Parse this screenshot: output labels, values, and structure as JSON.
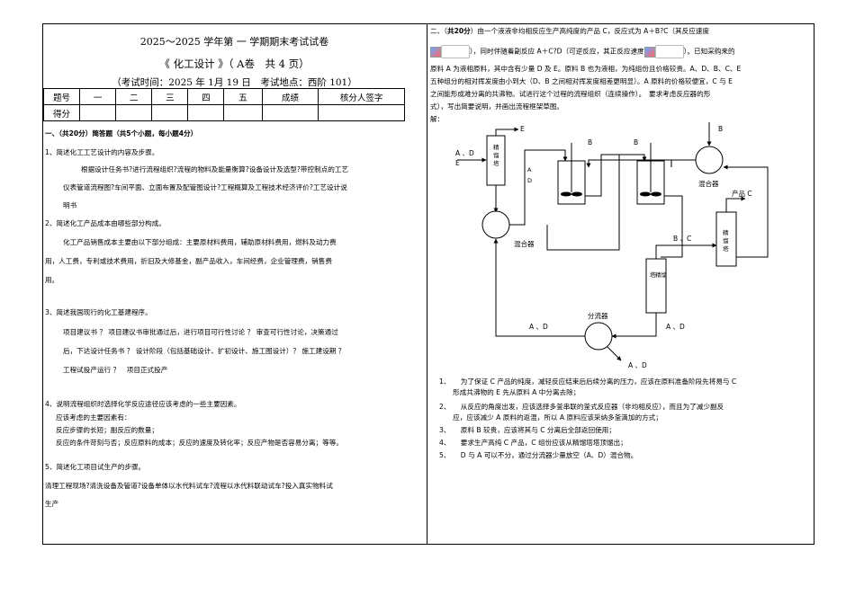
{
  "header": {
    "title": "2025～2025 学年第 一 学期期末考试试卷",
    "course": "《 化工设计 》（ A卷　共 4 页）",
    "info": "（考试时间：2025 年 1月 19 日　考试地点：西阶 101）"
  },
  "score_table": {
    "row1": [
      "题号",
      "一",
      "二",
      "三",
      "四",
      "五",
      "成绩",
      "核分人签字"
    ],
    "row2_label": "得分"
  },
  "section1": {
    "heading": "一、（共20分）简答题（共5个小题，每小题4分）",
    "q1": "1、简述化工工艺设计的内容及步骤。",
    "a1_l1": "根据设计任务书?进行流程组织?流程的物料及能量衡算?设备设计及选型?带控制点的工艺",
    "a1_l2": "仪表管道流程图?车间平面、立面布置及配管图设计?工程概算及工程技术经济评价?工艺设计说",
    "a1_l3": "明书",
    "q2": "2、简述化工产品成本由哪些部分构成。",
    "a2_l1": "化工产品销售成本主要由以下部分组成：主要原材料费用，辅助原材料费用，燃料及动力费",
    "a2_l2": "用，人工费，专利或技术费用，折旧及大修基金，副产品收入，车间经费，企业管理费，销售费",
    "a2_l3": "用。",
    "q3": "3、简述我国现行的化工基建程序。",
    "a3_l1": "项目建议书 ？ 项目建议书审批通过后，进行项目可行性讨论 ？ 审查可行性讨论，决策通过",
    "a3_l2": "后，下达设计任务书 ？ 设计阶段（包括基础设计、扩初设计、施工图设计）？ 施工建设期 ？",
    "a3_l3": "工程试投产运行 ？　项目正式投产",
    "q4": "4、说明流程组织时选择化学反应途径应该考虑的一些主要因素。",
    "a4_l1": "应该考虑的主要因素有：",
    "a4_l2": "反应步骤的长短；副反应的数量；",
    "a4_l3": "反应的条件苛刻与否；反应原料的成本；反应的速度及转化率；反应产物是否容易分离；等等。",
    "q5": "5、简述化工项目试生产的步骤。",
    "a5_l1": "清理工程现场?清洗设备及管道?设备单体以水代料试车?流程以水代料联动试车?投入真实物料试",
    "a5_l2": "生产"
  },
  "section2": {
    "l1a": "二、（",
    "l1b": "共20分",
    "l1c": "）由一个液液非均相反应生产高纯度的产品 C，反应式为 A＋B?C（其反应速度",
    "l2a": "），同时伴随着副反应 A＋C?D（可逆反应，其正反应速度",
    "l2b": "）。已知采购来的",
    "l3": "原料 A 为液相原料，其中含有少量 D 及 E。原料 B 也为液相，为纯组份且价格较贵。A、D、B、C、E",
    "l4": "五种组分的相对挥发度由小到大（D、B 之间相对挥发度相差更明显）。A 原料的价格较便宜，C 与 E",
    "l5": "之间能形成难分离的共沸物。试进行这个过程的流程组织（连续操作）。　要求考虑反应器的形",
    "l6": "式），写出简要说明，并画出流程框架草图。",
    "jie": "解：",
    "n1_l1": "1、　　为了保证 C 产品的纯度，减轻反应结束后后续分离的压力，应该在原料准备阶段先将易与 C",
    "n1_l2": "　　形成共沸物的 E 先从原料 A 中分离去除；",
    "n2_l1": "2、　　从反应的角度出发，应该选择多釜串联的釜式反应器（非均相反应），而且为了减少副反",
    "n2_l2": "　　应，应该减少 A 原料的返混，所以 A 原料应该采纳多釜滴加的方式；",
    "n3": "3、　　原料 B 较贵，应该将其与 C 分离后全部返回使用；",
    "n4": "4、　　要求生产高纯 C 产品，C 组份应该从精馏塔塔顶馏出；",
    "n5": "5、　　D 与 A 可以不分，通过分流器少量放空（A、D）混合物。"
  },
  "diagram": {
    "lbl_E": "E",
    "lbl_AD_in1": "A 、D",
    "lbl_E_in": "E",
    "tower1": "精馏塔",
    "lbl_A_side": "A",
    "lbl_D_side": "D",
    "mixer1": "混合器",
    "lbl_B_top1": "B",
    "lbl_B_top2": "B",
    "mixer2": "混合器",
    "product": "产品 C",
    "lbl_BC": "B 、C",
    "tower2": "精馏塔",
    "tower3_a": "塔",
    "tower3_b": "精馏",
    "splitter": "分流器",
    "lbl_AD_left": "A 、D",
    "lbl_AD_right": "A 、D",
    "lbl_AD_out": "A 、D",
    "lbl_B_in": "B"
  }
}
